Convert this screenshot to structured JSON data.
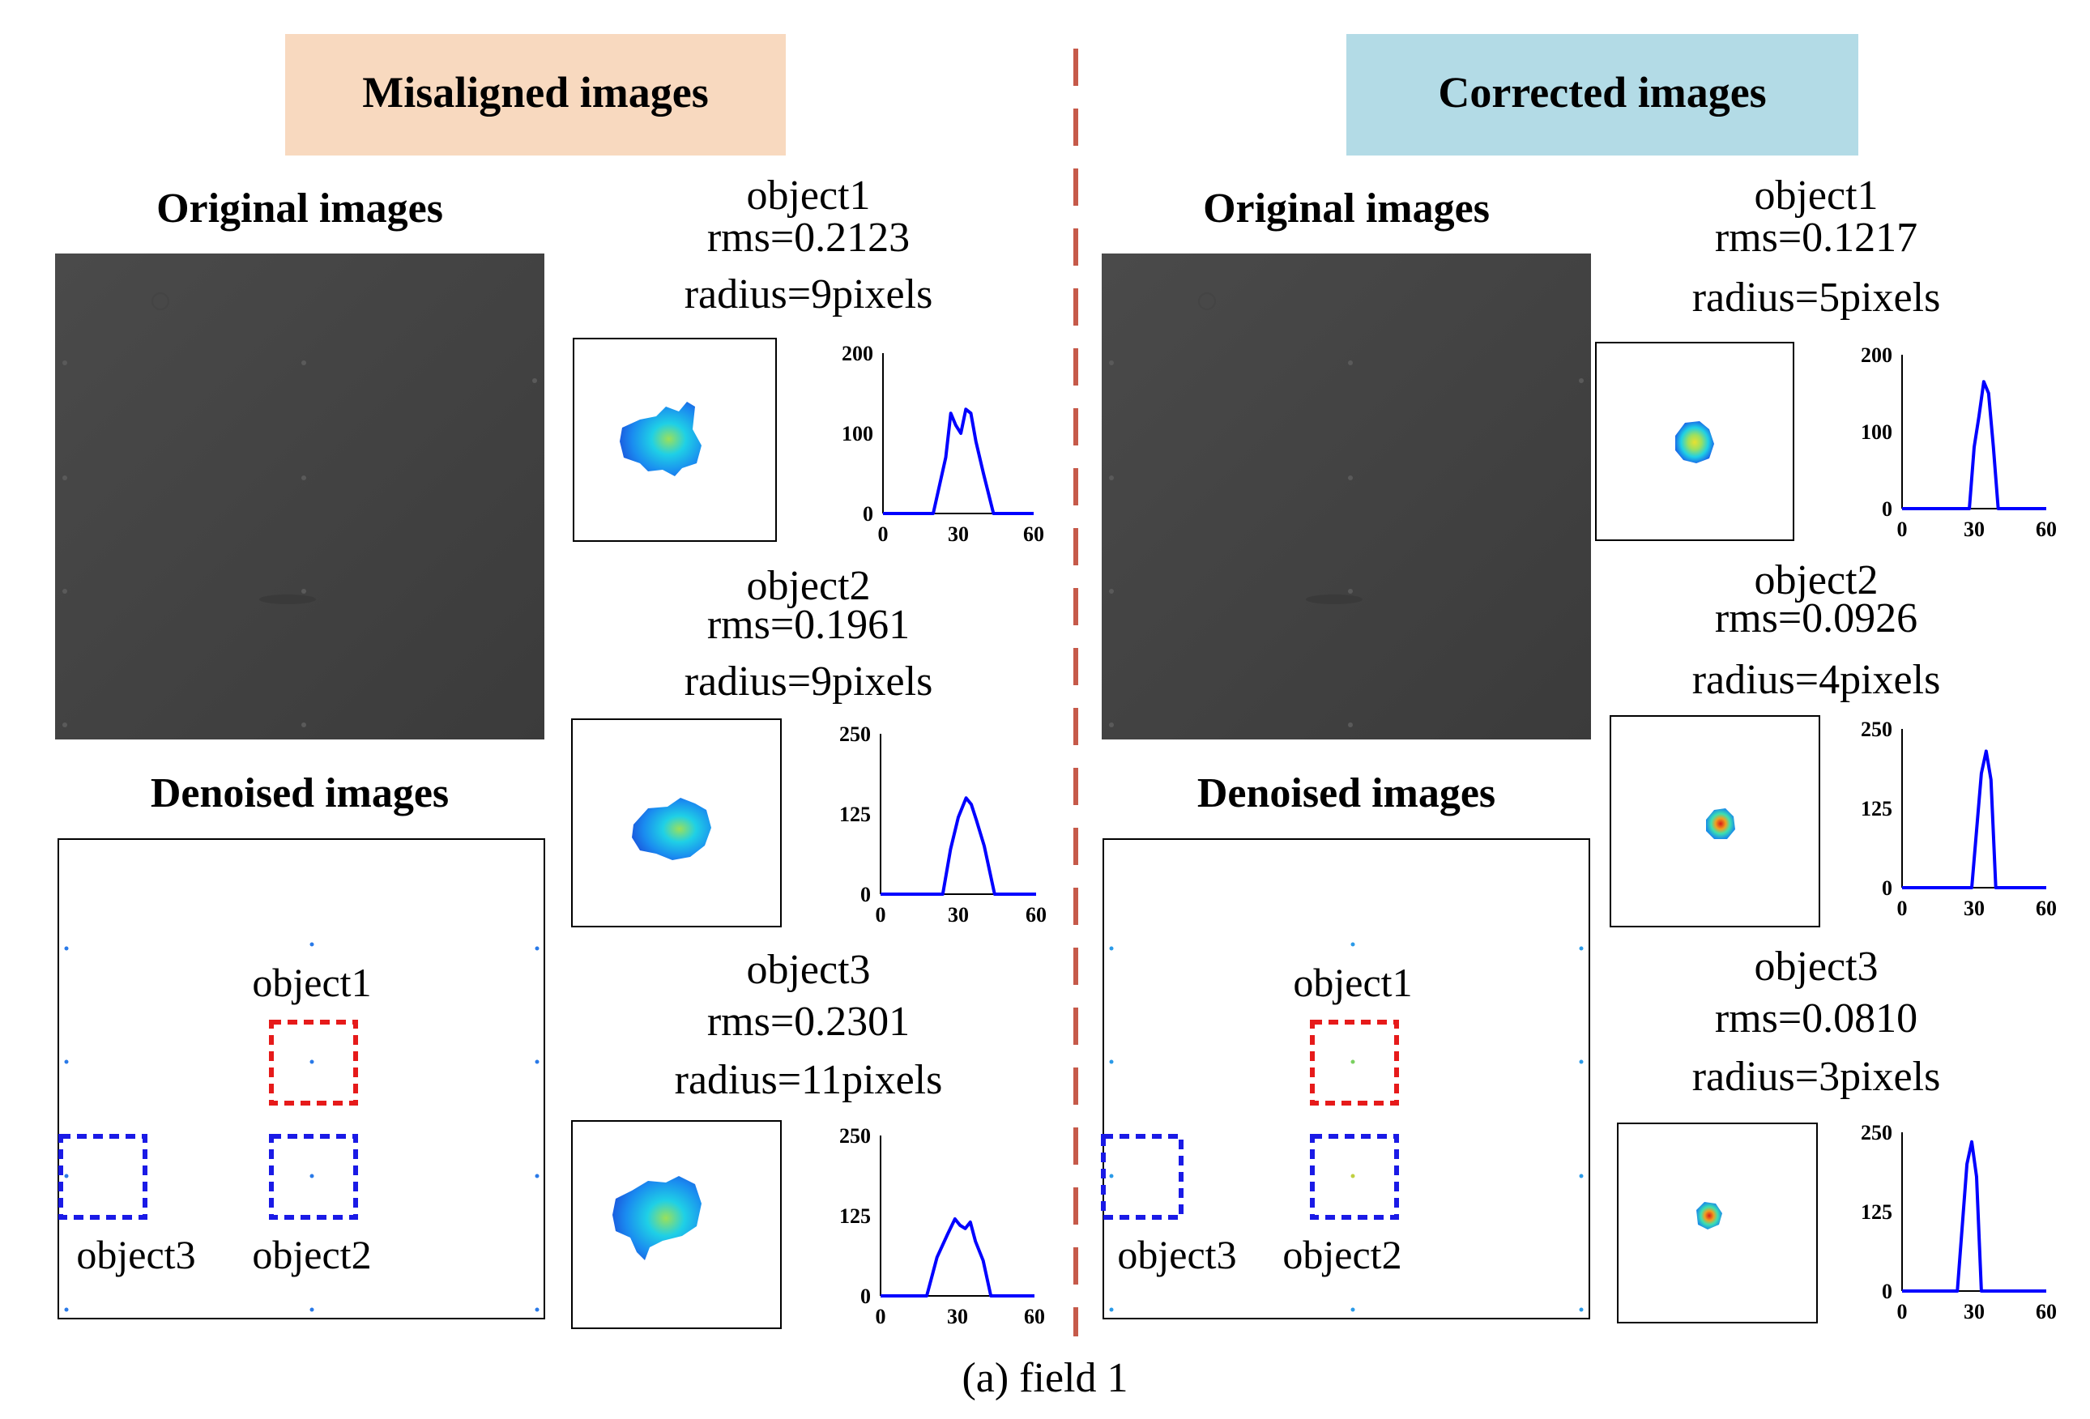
{
  "panels": [
    {
      "banner": "Misaligned images",
      "banner_color": "#f8d9bf",
      "original_heading": "Original images",
      "denoised_heading": "Denoised images",
      "map_labels": {
        "object1": "object1",
        "object2": "object2",
        "object3": "object3"
      },
      "objects": [
        {
          "name": "object1",
          "rms": "rms=0.2123",
          "radius": "radius=9pixels",
          "spot": "misaligned-irregular-blob",
          "chart_data": {
            "type": "line",
            "x": [
              0,
              20,
              25,
              27,
              29,
              31,
              33,
              35,
              37,
              40,
              44,
              60
            ],
            "y": [
              0,
              0,
              70,
              125,
              110,
              100,
              130,
              125,
              90,
              50,
              0,
              0
            ],
            "xticks": [
              "0",
              "30",
              "60"
            ],
            "yticks": [
              "0",
              "100",
              "200"
            ],
            "ylim": [
              0,
              200
            ]
          }
        },
        {
          "name": "object2",
          "rms": "rms=0.1961",
          "radius": "radius=9pixels",
          "spot": "misaligned-irregular-blob",
          "chart_data": {
            "type": "line",
            "x": [
              0,
              24,
              27,
              30,
              33,
              35,
              37,
              40,
              44,
              60
            ],
            "y": [
              0,
              0,
              70,
              120,
              150,
              140,
              115,
              75,
              0,
              0
            ],
            "xticks": [
              "0",
              "30",
              "60"
            ],
            "yticks": [
              "0",
              "125",
              "250"
            ],
            "ylim": [
              0,
              250
            ]
          }
        },
        {
          "name": "object3",
          "rms": "rms=0.2301",
          "radius": "radius=11pixels",
          "spot": "misaligned-irregular-blob",
          "chart_data": {
            "type": "line",
            "x": [
              0,
              18,
              22,
              26,
              29,
              31,
              33,
              35,
              37,
              40,
              43,
              60
            ],
            "y": [
              0,
              0,
              60,
              95,
              120,
              110,
              105,
              115,
              85,
              55,
              0,
              0
            ],
            "xticks": [
              "0",
              "30",
              "60"
            ],
            "yticks": [
              "0",
              "125",
              "250"
            ],
            "ylim": [
              0,
              250
            ]
          }
        }
      ]
    },
    {
      "banner": "Corrected images",
      "banner_color": "#b3dbe6",
      "original_heading": "Original images",
      "denoised_heading": "Denoised images",
      "map_labels": {
        "object1": "object1",
        "object2": "object2",
        "object3": "object3"
      },
      "objects": [
        {
          "name": "object1",
          "rms": "rms=0.1217",
          "radius": "radius=5pixels",
          "spot": "corrected-compact-spot",
          "chart_data": {
            "type": "line",
            "x": [
              0,
              28,
              30,
              32,
              34,
              36,
              38,
              40,
              60
            ],
            "y": [
              0,
              0,
              80,
              120,
              165,
              150,
              80,
              0,
              0
            ],
            "xticks": [
              "0",
              "30",
              "60"
            ],
            "yticks": [
              "0",
              "100",
              "200"
            ],
            "ylim": [
              0,
              200
            ]
          }
        },
        {
          "name": "object2",
          "rms": "rms=0.0926",
          "radius": "radius=4pixels",
          "spot": "corrected-compact-spot",
          "chart_data": {
            "type": "line",
            "x": [
              0,
              29,
              31,
              33,
              35,
              37,
              39,
              60
            ],
            "y": [
              0,
              0,
              90,
              180,
              215,
              170,
              0,
              0
            ],
            "xticks": [
              "0",
              "30",
              "60"
            ],
            "yticks": [
              "0",
              "125",
              "250"
            ],
            "ylim": [
              0,
              250
            ]
          }
        },
        {
          "name": "object3",
          "rms": "rms=0.0810",
          "radius": "radius=3pixels",
          "spot": "corrected-compact-spot",
          "chart_data": {
            "type": "line",
            "x": [
              0,
              23,
              25,
              27,
              29,
              31,
              33,
              60
            ],
            "y": [
              0,
              0,
              100,
              200,
              235,
              180,
              0,
              0
            ],
            "xticks": [
              "0",
              "30",
              "60"
            ],
            "yticks": [
              "0",
              "125",
              "250"
            ],
            "ylim": [
              0,
              250
            ]
          }
        }
      ]
    }
  ],
  "caption": "(a) field 1",
  "colors": {
    "divider": "#c65a4a",
    "primary_box": "#e61a1a",
    "secondary_box": "#1a1ae6",
    "profile_line": "#0000ff"
  }
}
